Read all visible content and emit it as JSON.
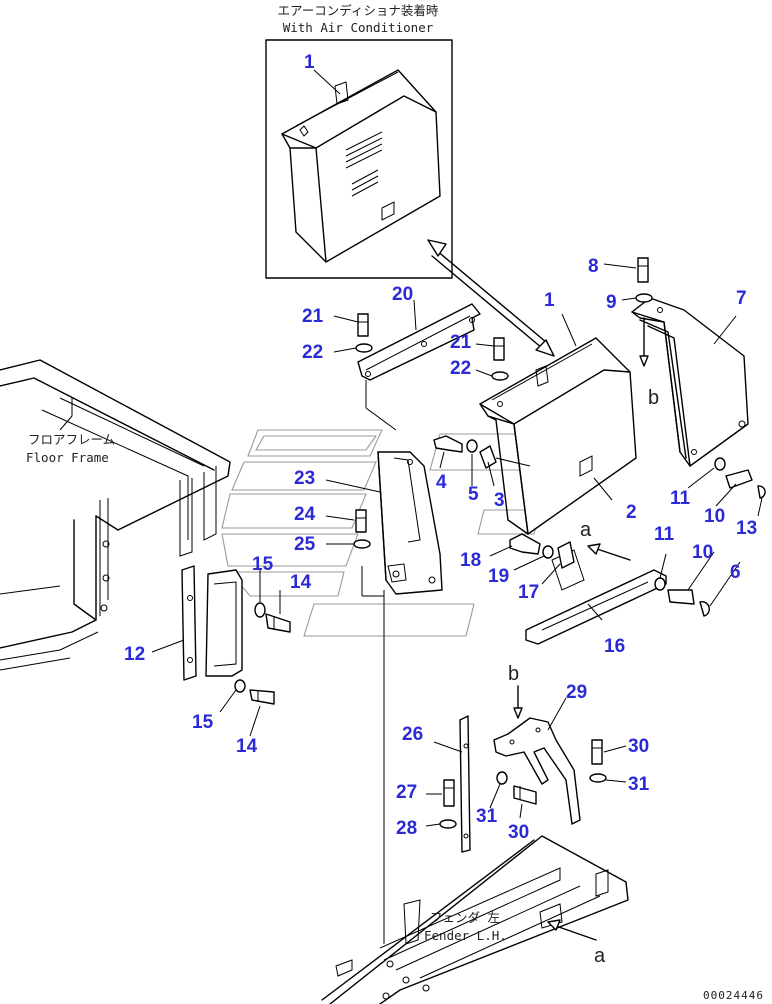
{
  "inset": {
    "title_jp": "エアーコンディショナ装着時",
    "title_en": "With Air Conditioner"
  },
  "notes": {
    "floor_frame_jp": "フロアフレーム",
    "floor_frame_en": "Floor Frame",
    "fender_jp": "フェンダ 左",
    "fender_en": "Fender L.H."
  },
  "letters": {
    "a": "a",
    "b": "b"
  },
  "callouts": {
    "inset_1": "1",
    "p1": "1",
    "p2": "2",
    "p3": "3",
    "p4": "4",
    "p5": "5",
    "p6": "6",
    "p7": "7",
    "p8": "8",
    "p9": "9",
    "p10a": "10",
    "p10b": "10",
    "p11a": "11",
    "p11b": "11",
    "p12": "12",
    "p13": "13",
    "p14a": "14",
    "p14b": "14",
    "p15a": "15",
    "p15b": "15",
    "p16": "16",
    "p17": "17",
    "p18": "18",
    "p19": "19",
    "p20": "20",
    "p21a": "21",
    "p21b": "21",
    "p22a": "22",
    "p22b": "22",
    "p23": "23",
    "p24": "24",
    "p25": "25",
    "p26": "26",
    "p27": "27",
    "p28": "28",
    "p29": "29",
    "p30a": "30",
    "p30b": "30",
    "p31a": "31",
    "p31b": "31"
  },
  "document_number": "00024446"
}
